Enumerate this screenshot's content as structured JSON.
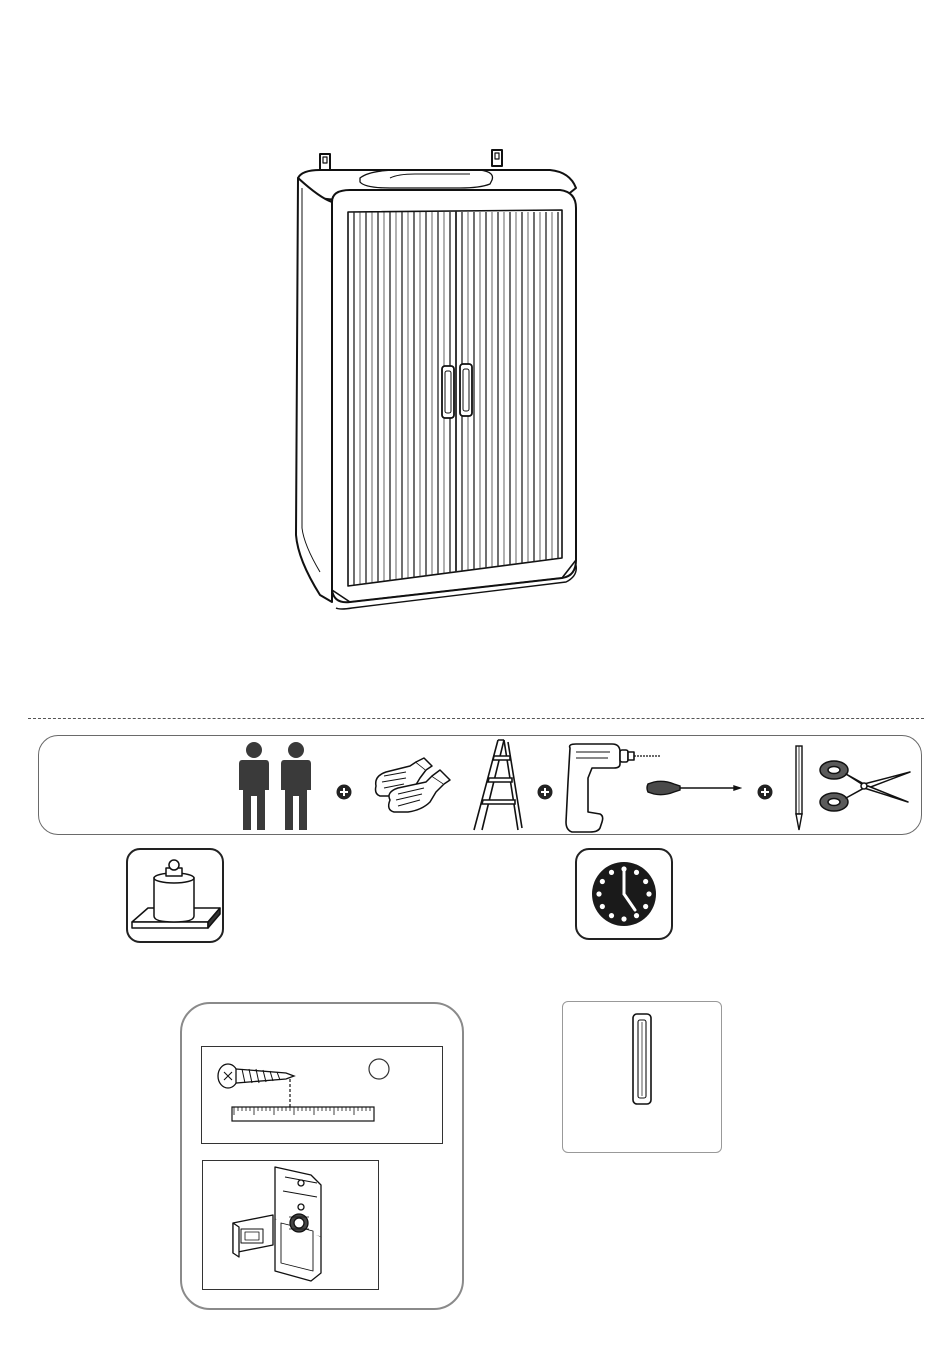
{
  "page": {
    "product": "tambour-door-wall-cabinet",
    "accent_color": "#1a1a1a",
    "panel_color": "#8a8a8a"
  },
  "illustration": {
    "icon": "wall-cabinet-illustration"
  },
  "tools_required": {
    "people_count": 2,
    "items": [
      {
        "icon": "two-people-icon"
      },
      {
        "icon": "plus-icon"
      },
      {
        "icon": "work-gloves-icon"
      },
      {
        "icon": "step-ladder-icon"
      },
      {
        "icon": "plus-icon"
      },
      {
        "icon": "power-drill-icon"
      },
      {
        "icon": "screwdriver-icon"
      },
      {
        "icon": "plus-icon"
      },
      {
        "icon": "pencil-icon"
      },
      {
        "icon": "scissors-icon"
      }
    ]
  },
  "load_icon": {
    "icon": "weight-on-shelf-icon"
  },
  "time_icon": {
    "icon": "clock-icon",
    "clock_hands": "5 o'clock"
  },
  "screw_panel": {
    "screw_icon": "screw-icon",
    "ruler_icon": "ruler-icon",
    "count_icon": "quantity-circle-icon",
    "hinge_icon": "hinge-bracket-icon"
  },
  "handle_panel": {
    "icon": "door-handle-icon"
  }
}
